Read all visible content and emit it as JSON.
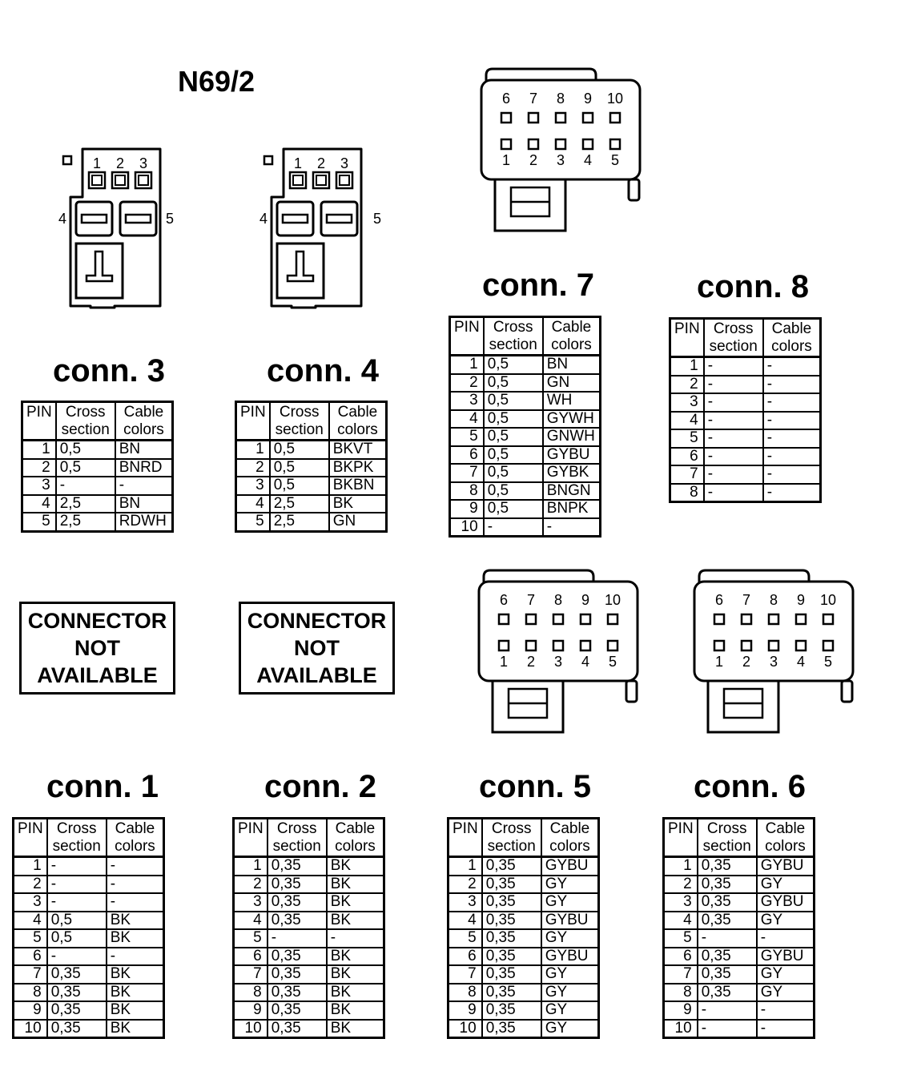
{
  "title": "N69/2",
  "not_available_text": [
    "CONNECTOR",
    "NOT",
    "AVAILABLE"
  ],
  "header": {
    "pin": "PIN",
    "cross": [
      "Cross",
      "section"
    ],
    "colors": [
      "Cable",
      "colors"
    ]
  },
  "connector_pin_labels": {
    "small": [
      "1",
      "2",
      "3",
      "4",
      "5"
    ],
    "large_top": [
      "6",
      "7",
      "8",
      "9",
      "10"
    ],
    "large_bottom": [
      "1",
      "2",
      "3",
      "4",
      "5"
    ]
  },
  "connectors": [
    {
      "id": "conn3",
      "label": "conn. 3",
      "rows": [
        [
          "1",
          "0,5",
          "BN"
        ],
        [
          "2",
          "0,5",
          "BNRD"
        ],
        [
          "3",
          "-",
          "-"
        ],
        [
          "4",
          "2,5",
          "BN"
        ],
        [
          "5",
          "2,5",
          "RDWH"
        ]
      ]
    },
    {
      "id": "conn4",
      "label": "conn. 4",
      "rows": [
        [
          "1",
          "0,5",
          "BKVT"
        ],
        [
          "2",
          "0,5",
          "BKPK"
        ],
        [
          "3",
          "0,5",
          "BKBN"
        ],
        [
          "4",
          "2,5",
          "BK"
        ],
        [
          "5",
          "2,5",
          "GN"
        ]
      ]
    },
    {
      "id": "conn7",
      "label": "conn. 7",
      "rows": [
        [
          "1",
          "0,5",
          "BN"
        ],
        [
          "2",
          "0,5",
          "GN"
        ],
        [
          "3",
          "0,5",
          "WH"
        ],
        [
          "4",
          "0,5",
          "GYWH"
        ],
        [
          "5",
          "0,5",
          "GNWH"
        ],
        [
          "6",
          "0,5",
          "GYBU"
        ],
        [
          "7",
          "0,5",
          "GYBK"
        ],
        [
          "8",
          "0,5",
          "BNGN"
        ],
        [
          "9",
          "0,5",
          "BNPK"
        ],
        [
          "10",
          "-",
          "-"
        ]
      ]
    },
    {
      "id": "conn8",
      "label": "conn.  8",
      "rows": [
        [
          "1",
          "-",
          "-"
        ],
        [
          "2",
          "-",
          "-"
        ],
        [
          "3",
          "-",
          "-"
        ],
        [
          "4",
          "-",
          "-"
        ],
        [
          "5",
          "-",
          "-"
        ],
        [
          "6",
          "-",
          "-"
        ],
        [
          "7",
          "-",
          "-"
        ],
        [
          "8",
          "-",
          "-"
        ]
      ]
    },
    {
      "id": "conn1",
      "label": "conn. 1",
      "rows": [
        [
          "1",
          "-",
          "-"
        ],
        [
          "2",
          "-",
          "-"
        ],
        [
          "3",
          "-",
          "-"
        ],
        [
          "4",
          "0,5",
          "BK"
        ],
        [
          "5",
          "0,5",
          "BK"
        ],
        [
          "6",
          "-",
          "-"
        ],
        [
          "7",
          "0,35",
          "BK"
        ],
        [
          "8",
          "0,35",
          "BK"
        ],
        [
          "9",
          "0,35",
          "BK"
        ],
        [
          "10",
          "0,35",
          "BK"
        ]
      ]
    },
    {
      "id": "conn2",
      "label": "conn. 2",
      "rows": [
        [
          "1",
          "0,35",
          "BK"
        ],
        [
          "2",
          "0,35",
          "BK"
        ],
        [
          "3",
          "0,35",
          "BK"
        ],
        [
          "4",
          "0,35",
          "BK"
        ],
        [
          "5",
          "-",
          "-"
        ],
        [
          "6",
          "0,35",
          "BK"
        ],
        [
          "7",
          "0,35",
          "BK"
        ],
        [
          "8",
          "0,35",
          "BK"
        ],
        [
          "9",
          "0,35",
          "BK"
        ],
        [
          "10",
          "0,35",
          "BK"
        ]
      ]
    },
    {
      "id": "conn5",
      "label": "conn. 5",
      "rows": [
        [
          "1",
          "0,35",
          "GYBU"
        ],
        [
          "2",
          "0,35",
          "GY"
        ],
        [
          "3",
          "0,35",
          "GY"
        ],
        [
          "4",
          "0,35",
          "GYBU"
        ],
        [
          "5",
          "0,35",
          "GY"
        ],
        [
          "6",
          "0,35",
          "GYBU"
        ],
        [
          "7",
          "0,35",
          "GY"
        ],
        [
          "8",
          "0,35",
          "GY"
        ],
        [
          "9",
          "0,35",
          "GY"
        ],
        [
          "10",
          "0,35",
          "GY"
        ]
      ]
    },
    {
      "id": "conn6",
      "label": "conn. 6",
      "rows": [
        [
          "1",
          "0,35",
          "GYBU"
        ],
        [
          "2",
          "0,35",
          "GY"
        ],
        [
          "3",
          "0,35",
          "GYBU"
        ],
        [
          "4",
          "0,35",
          "GY"
        ],
        [
          "5",
          "-",
          "-"
        ],
        [
          "6",
          "0,35",
          "GYBU"
        ],
        [
          "7",
          "0,35",
          "GY"
        ],
        [
          "8",
          "0,35",
          "GY"
        ],
        [
          "9",
          "-",
          "-"
        ],
        [
          "10",
          "-",
          "-"
        ]
      ]
    }
  ]
}
